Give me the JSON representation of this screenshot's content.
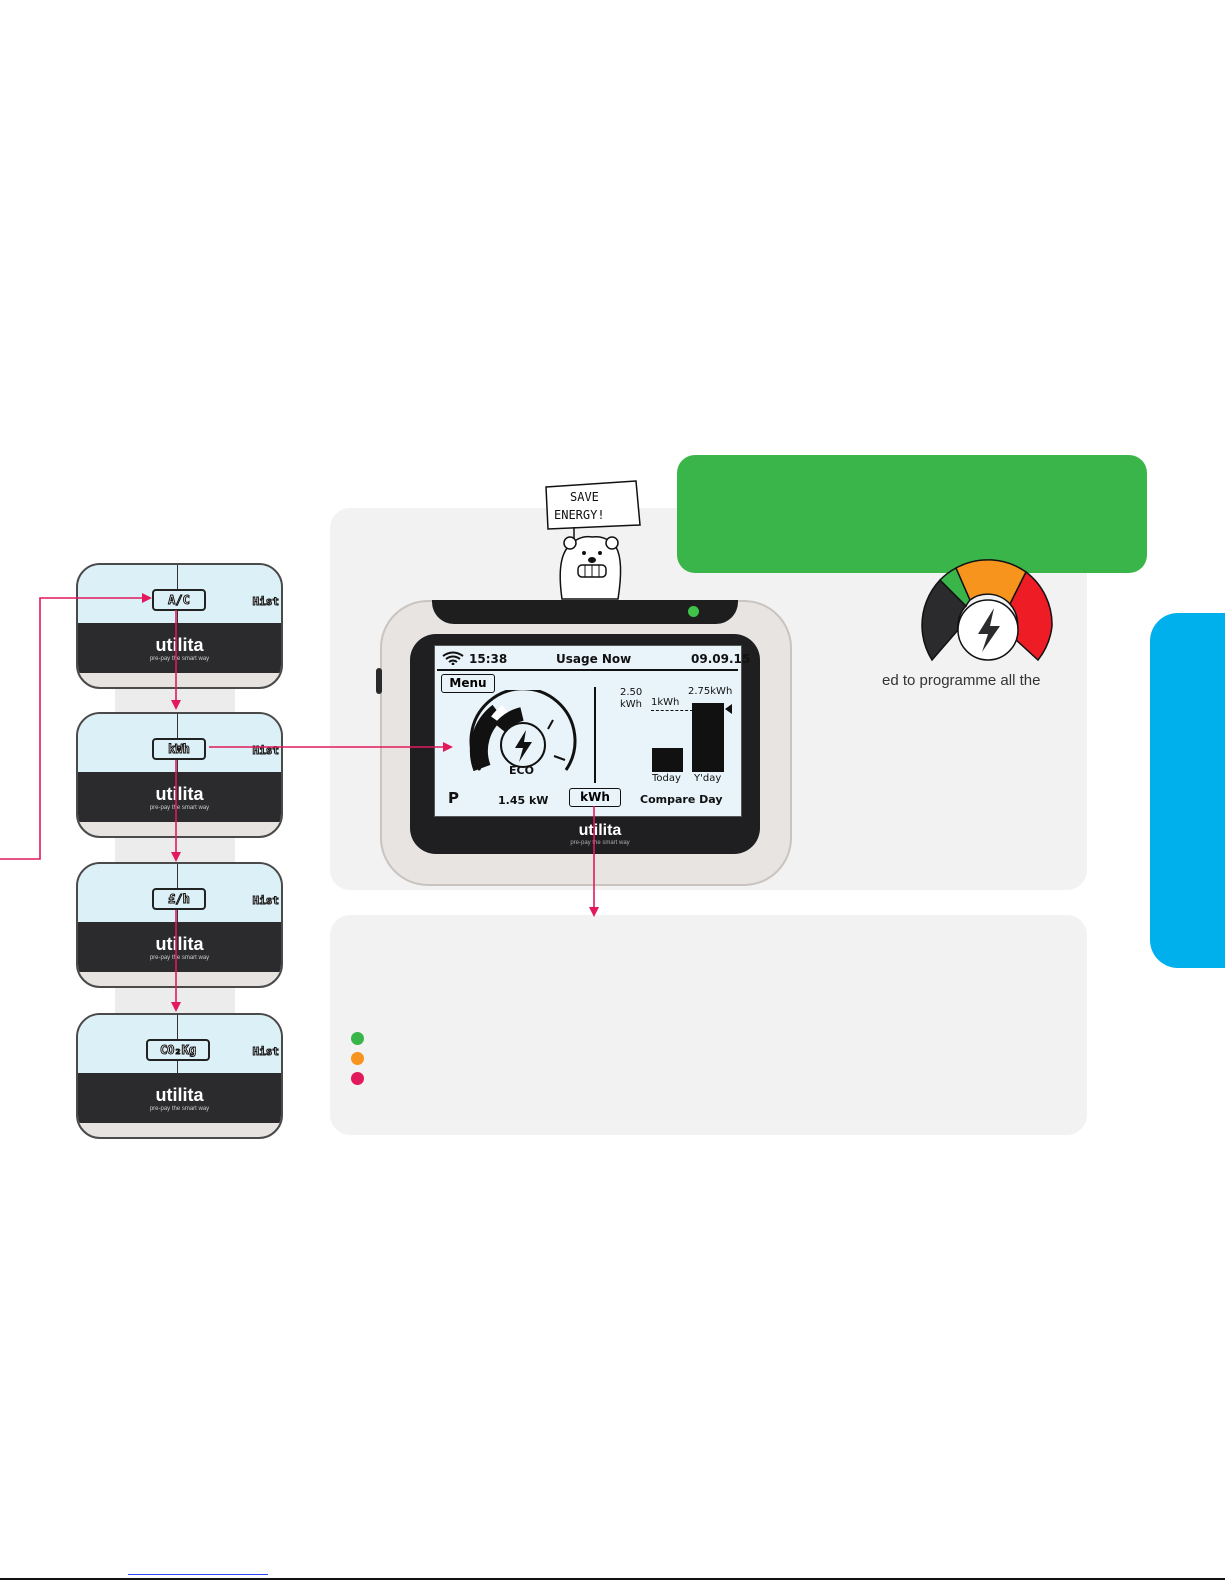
{
  "device": {
    "status_bar": {
      "time": "15:38",
      "title": "Usage Now",
      "date": "09.09.15"
    },
    "menu_label": "Menu",
    "gauge_label": "ECO",
    "history": {
      "top_value": "2.75kWh",
      "guide_label": "1kWh",
      "axis_value": "2.50",
      "axis_unit": "kWh",
      "bar_today": "Today",
      "bar_yday": "Y'day"
    },
    "footer": {
      "mode": "P",
      "power": "1.45 kW",
      "unit": "kWh",
      "compare": "Compare Day"
    },
    "brand": "utilita",
    "tagline": "pre-pay the smart way"
  },
  "mini_screens": [
    {
      "unit": "A/C",
      "hist": "Hist"
    },
    {
      "unit": "kWh",
      "hist": "Hist"
    },
    {
      "unit": "£/h",
      "hist": "Hist"
    },
    {
      "unit": "CO₂Kg",
      "hist": "Hist"
    }
  ],
  "mini_brand": "utilita",
  "mini_tagline": "pre-pay the smart way",
  "bear_sign": {
    "line1": "SAVE",
    "line2": "ENERGY!"
  },
  "gauge_caption": "ed to programme all the",
  "legend_colors": {
    "green": "#3ab54a",
    "orange": "#f7941d",
    "red": "#e2195b"
  },
  "colors": {
    "accent_green": "#39b54a",
    "accent_blue": "#00b0ec",
    "connector": "#e2195b"
  }
}
